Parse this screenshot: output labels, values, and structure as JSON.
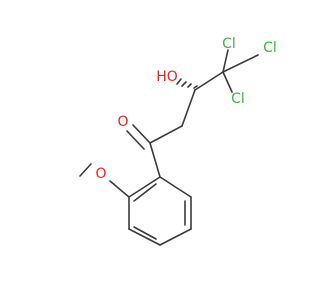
{
  "molecule": {
    "labels": {
      "hydroxyl": "HO",
      "carbonyl_oxygen": "O",
      "methoxy_oxygen": "O",
      "chlorine_1": "Cl",
      "chlorine_2": "Cl",
      "chlorine_3": "Cl"
    },
    "colors": {
      "bond": "#3a3a3a",
      "oxygen": "#e8231f",
      "chlorine": "#3cb33c"
    }
  }
}
